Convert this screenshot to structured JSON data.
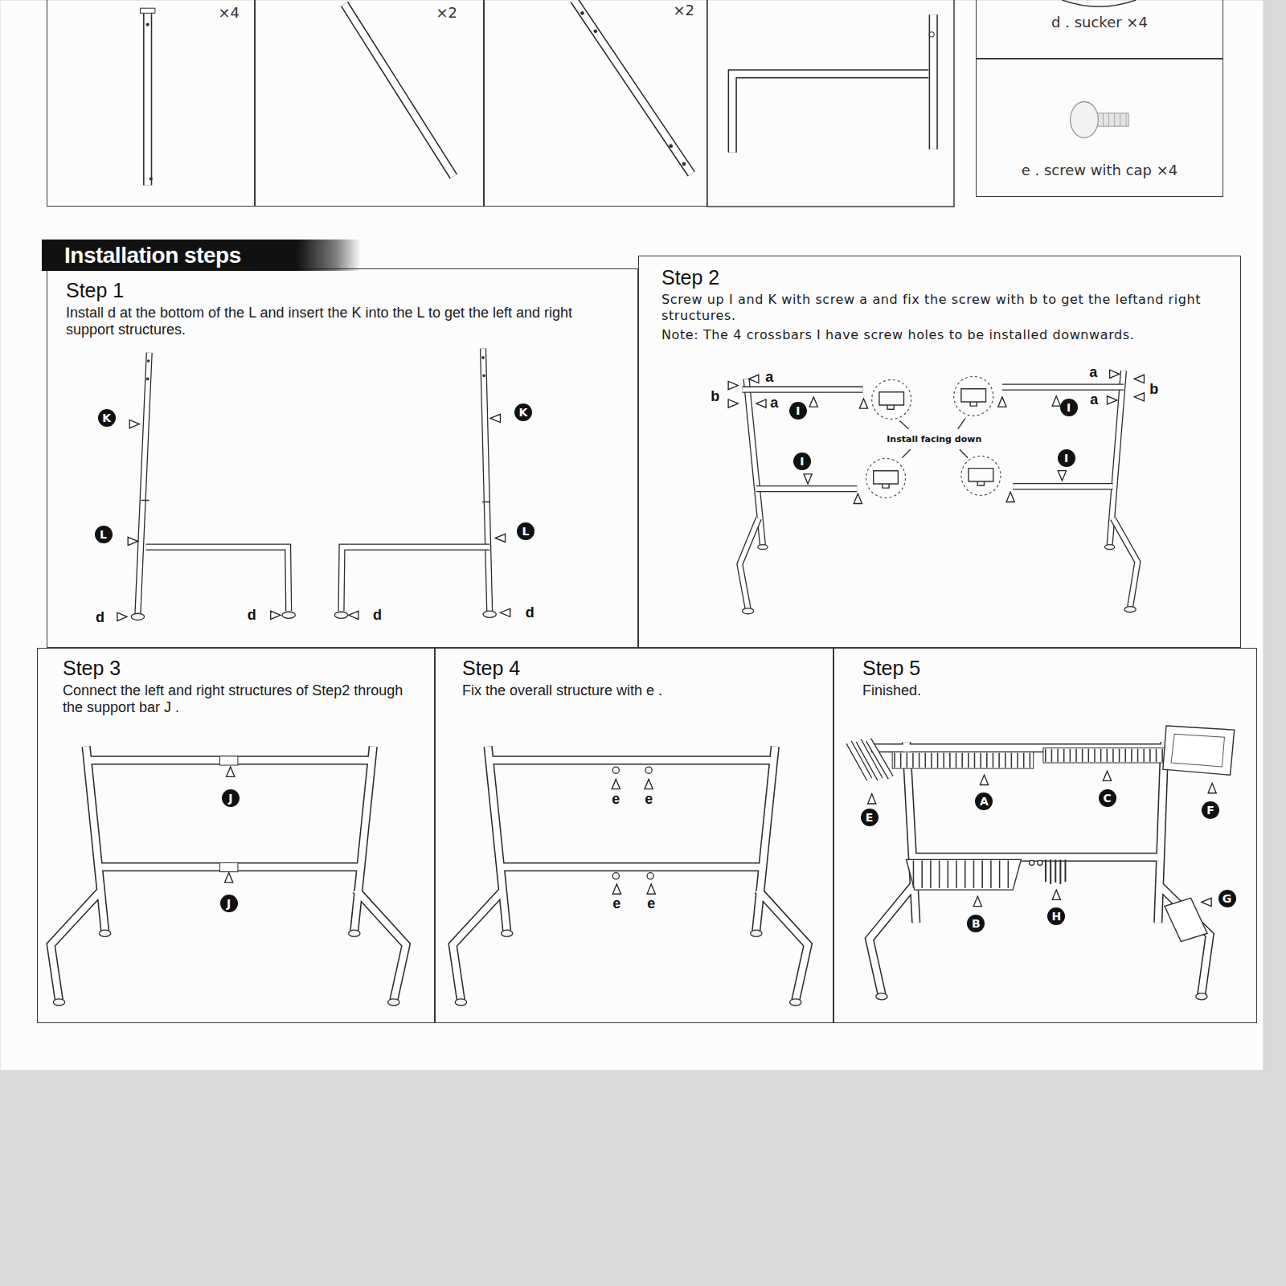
{
  "diagram": {
    "title": "Installation steps",
    "nodes": [
      {
        "text": [
          "×4"
        ]
      },
      {
        "text": [
          "×2"
        ]
      },
      {
        "text": [
          "×2"
        ]
      },
      {
        "text": [
          "d . sucker ×4"
        ]
      },
      {
        "text": [
          "e . screw with cap ×4"
        ]
      },
      {
        "text": [
          "Step 1",
          "Install d at the bottom of the L and insert the K into the L to get the left and right support structures."
        ]
      },
      {
        "text": [
          "Step 2",
          "Screw up I and K with screw a and fix the screw with b to get the leftand right structures.",
          "Note: The 4 crossbars I have screw holes to be installed downwards."
        ]
      },
      {
        "text": [
          "Step 3",
          "Connect the left and right structures of Step2 through the support bar J ."
        ]
      },
      {
        "text": [
          "Step 4",
          "Fix the overall structure with e ."
        ]
      },
      {
        "text": [
          "Step 5",
          "Finished."
        ]
      }
    ],
    "labels": [
      "K",
      "L",
      "d",
      "d",
      "d",
      "d",
      "K",
      "L",
      "a",
      "b",
      "a",
      "I",
      "I",
      "Install facing down",
      "a",
      "a",
      "b",
      "I",
      "I",
      "J",
      "J",
      "e",
      "e",
      "e",
      "e",
      "E",
      "A",
      "C",
      "F",
      "B",
      "H",
      "G"
    ]
  }
}
